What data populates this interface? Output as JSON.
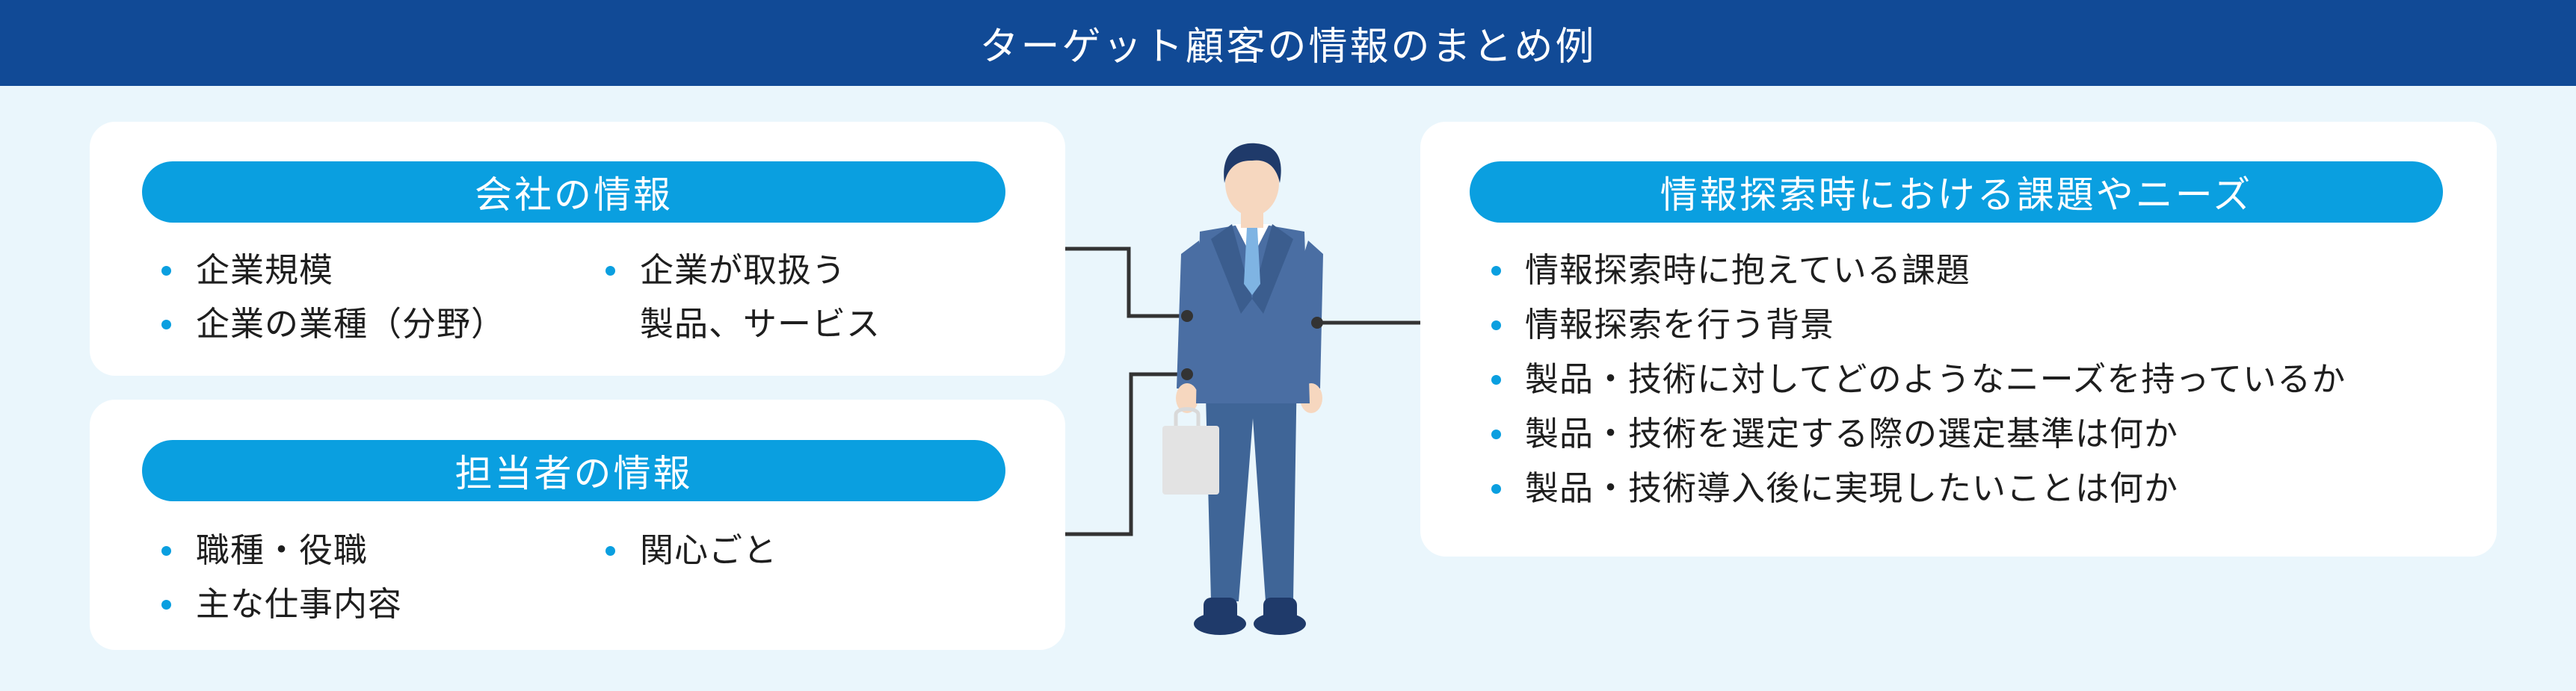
{
  "header": {
    "title": "ターゲット顧客の情報のまとめ例"
  },
  "company": {
    "title": "会社の情報",
    "items_left": [
      "企業規模",
      "企業の業種（分野）"
    ],
    "item_right_line1": "企業が取扱う",
    "item_right_line2": "製品、サービス"
  },
  "person": {
    "title": "担当者の情報",
    "items_left": [
      "職種・役職",
      "主な仕事内容"
    ],
    "items_right": [
      "関心ごと"
    ]
  },
  "needs": {
    "title": "情報探索時における課題やニーズ",
    "items": [
      "情報探索時に抱えている課題",
      "情報探索を行う背景",
      "製品・技術に対してどのようなニーズを持っているか",
      "製品・技術を選定する際の選定基準は何か",
      "製品・技術導入後に実現したいことは何か"
    ]
  },
  "colors": {
    "header_bg": "#114a96",
    "pill_bg": "#0a9fe0",
    "canvas_bg": "#eaf6fc",
    "suit": "#4a6ea3"
  }
}
